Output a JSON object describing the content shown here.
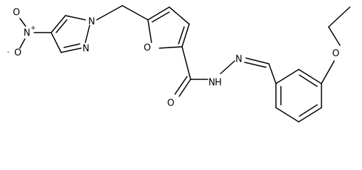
{
  "labels": {
    "nitro_n": "N",
    "nitro_n_charge": "+",
    "nitro_o_top": "O",
    "nitro_o_bottom": "O",
    "nitro_o_charge": "-",
    "pyrazole_n1": "N",
    "pyrazole_n2": "N",
    "furan_o": "O",
    "carbonyl_o": "O",
    "amide_n": "N",
    "amide_h": "H",
    "imine_n": "N",
    "ether_o": "O"
  },
  "colors": {
    "bond": "#000000",
    "text": "#000000",
    "background": "#ffffff"
  }
}
